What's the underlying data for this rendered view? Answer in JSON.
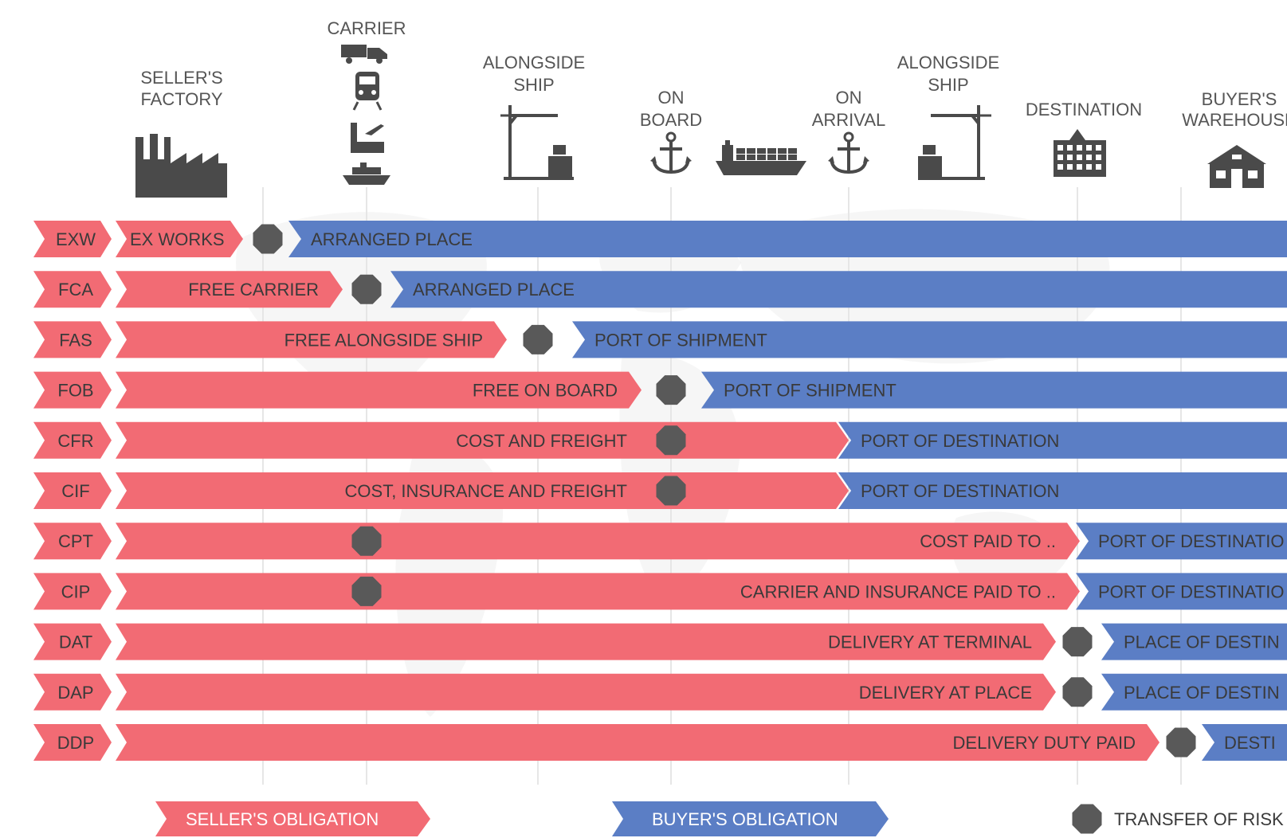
{
  "colors": {
    "seller": "#f26b74",
    "buyer": "#5b7ec5",
    "risk": "#595959",
    "icon": "#4a4a4a",
    "header_text": "#555555",
    "bar_text": "#3a3a3a",
    "legend_text": "#ffffff",
    "guide": "#e6e6e6"
  },
  "header": {
    "stages": [
      {
        "id": "sellers-factory",
        "label": [
          "SELLER'S",
          "FACTORY"
        ],
        "icon": "factory-icon"
      },
      {
        "id": "carrier",
        "label": [
          "CARRIER"
        ],
        "icons": [
          "truck-icon",
          "train-icon",
          "plane-icon",
          "ship-icon"
        ]
      },
      {
        "id": "alongside-ship-origin",
        "label": [
          "ALONGSIDE",
          "SHIP"
        ],
        "icon": "crane-icon"
      },
      {
        "id": "on-board",
        "label": [
          "ON",
          "BOARD"
        ],
        "icon": "anchor-icon"
      },
      {
        "id": "cargo-ship",
        "label": [],
        "icon": "cargo-ship-icon"
      },
      {
        "id": "on-arrival",
        "label": [
          "ON",
          "ARRIVAL"
        ],
        "icon": "anchor-icon"
      },
      {
        "id": "alongside-ship-destination",
        "label": [
          "ALONGSIDE",
          "SHIP"
        ],
        "icon": "crane-icon"
      },
      {
        "id": "destination",
        "label": [
          "DESTINATION"
        ],
        "icon": "building-icon"
      },
      {
        "id": "buyers-warehouse",
        "label": [
          "BUYER'S",
          "WAREHOUSE"
        ],
        "icon": "warehouse-icon"
      }
    ]
  },
  "rows": [
    {
      "code": "EXW",
      "seller_label": "EX WORKS",
      "buyer_label": "ARRANGED PLACE"
    },
    {
      "code": "FCA",
      "seller_label": "FREE CARRIER",
      "buyer_label": "ARRANGED PLACE"
    },
    {
      "code": "FAS",
      "seller_label": "FREE ALONGSIDE SHIP",
      "buyer_label": "PORT OF SHIPMENT"
    },
    {
      "code": "FOB",
      "seller_label": "FREE ON BOARD",
      "buyer_label": "PORT OF SHIPMENT"
    },
    {
      "code": "CFR",
      "seller_label": "COST AND FREIGHT",
      "buyer_label": "PORT OF DESTINATION"
    },
    {
      "code": "CIF",
      "seller_label": "COST, INSURANCE AND FREIGHT",
      "buyer_label": "PORT OF DESTINATION"
    },
    {
      "code": "CPT",
      "seller_label": "COST PAID TO ..",
      "buyer_label": "PORT OF DESTINATIO"
    },
    {
      "code": "CIP",
      "seller_label": "CARRIER AND INSURANCE PAID TO ..",
      "buyer_label": "PORT OF DESTINATIO"
    },
    {
      "code": "DAT",
      "seller_label": "DELIVERY AT TERMINAL",
      "buyer_label": "PLACE OF DESTIN"
    },
    {
      "code": "DAP",
      "seller_label": "DELIVERY AT PLACE",
      "buyer_label": "PLACE OF DESTIN"
    },
    {
      "code": "DDP",
      "seller_label": "DELIVERY DUTY PAID",
      "buyer_label": "DESTI"
    }
  ],
  "legend": {
    "seller": "SELLER'S OBLIGATION",
    "buyer": "BUYER'S OBLIGATION",
    "risk": "TRANSFER OF RISK"
  }
}
